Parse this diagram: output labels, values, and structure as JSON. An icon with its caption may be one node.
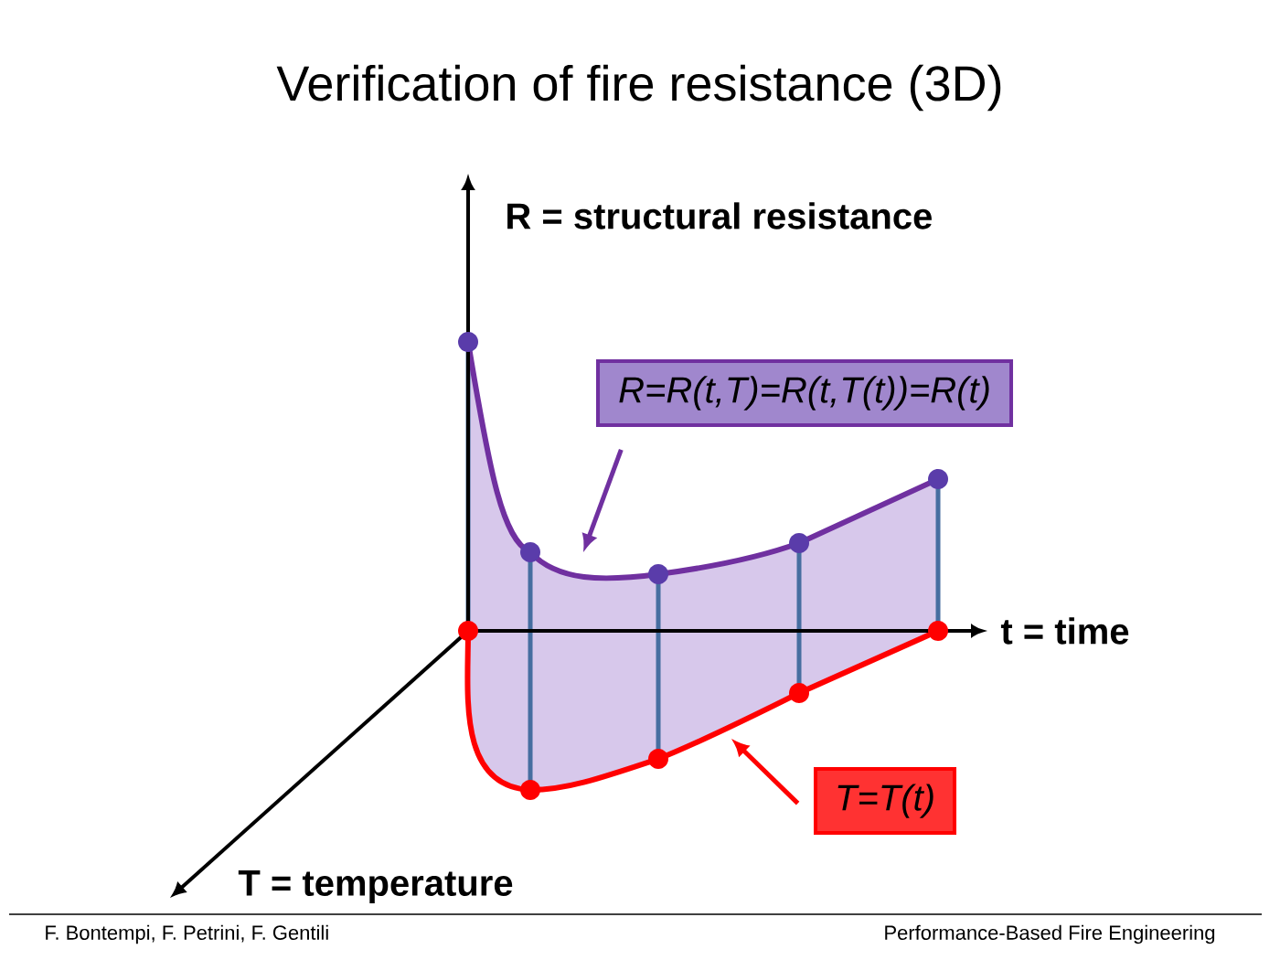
{
  "diagram": {
    "title": "Verification of fire resistance (3D)",
    "nodes": [
      {
        "text": [
          "R=R(t,T)=R(t,T(t))=R(t)"
        ]
      },
      {
        "text": [
          "T=T(t)"
        ]
      }
    ],
    "edges": [
      {
        "from": 0,
        "to": null,
        "arrow": "to",
        "color": "#7030a0"
      },
      {
        "from": 1,
        "to": null,
        "arrow": "to",
        "color": "#ff0000"
      }
    ],
    "labels": [
      "R = structural resistance",
      "t = time",
      "T = temperature",
      "F. Bontempi, F. Petrini, F. Gentili",
      "Performance-Based Fire Engineering"
    ]
  }
}
